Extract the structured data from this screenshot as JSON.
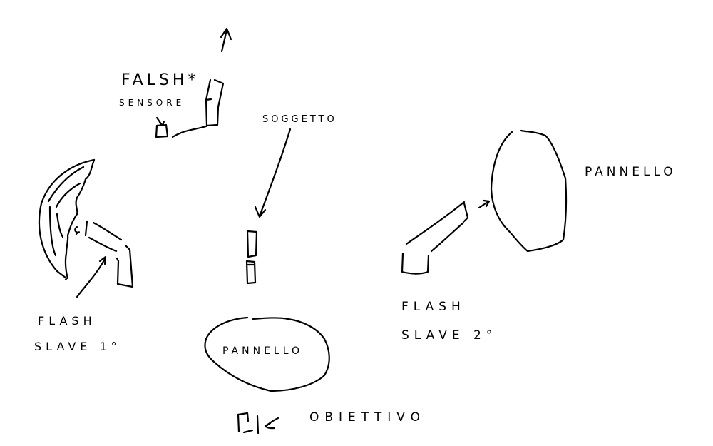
{
  "diagram": {
    "type": "hand-drawn lighting setup sketch",
    "stroke_color": "#000000",
    "background": "#ffffff",
    "labels": {
      "flash_master": "FALSH*",
      "flash_master_sub": "SENSORE",
      "subject": "SOGGETTO",
      "panel_right": "PANNELLO",
      "flash_slave_1_line1": "FLASH",
      "flash_slave_1_line2": "SLAVE 1°",
      "flash_slave_2_line1": "FLASH",
      "flash_slave_2_line2": "SLAVE 2°",
      "panel_bottom": "PANNELLO",
      "lens": "OBIETTIVO"
    },
    "elements": [
      {
        "id": "flash-master",
        "label": "FALSH* / SENSORE",
        "position": "top-center",
        "note": "arrow pointing up above flash"
      },
      {
        "id": "sensor",
        "label": "SENSORE",
        "position": "small square left of master flash"
      },
      {
        "id": "subject",
        "label": "SOGGETTO",
        "position": "center",
        "note": "arrow from label to subject"
      },
      {
        "id": "flash-slave-1",
        "label": "FLASH SLAVE 1°",
        "position": "left",
        "note": "with umbrella/reflector"
      },
      {
        "id": "flash-slave-2",
        "label": "FLASH SLAVE 2°",
        "position": "right",
        "note": "pointing at right panel"
      },
      {
        "id": "panel-right",
        "label": "PANNELLO",
        "position": "right"
      },
      {
        "id": "panel-bottom",
        "label": "PANNELLO",
        "position": "bottom-center"
      },
      {
        "id": "lens",
        "label": "OBIETTIVO",
        "position": "bottom-center",
        "note": "camera lens with arrow"
      }
    ]
  }
}
